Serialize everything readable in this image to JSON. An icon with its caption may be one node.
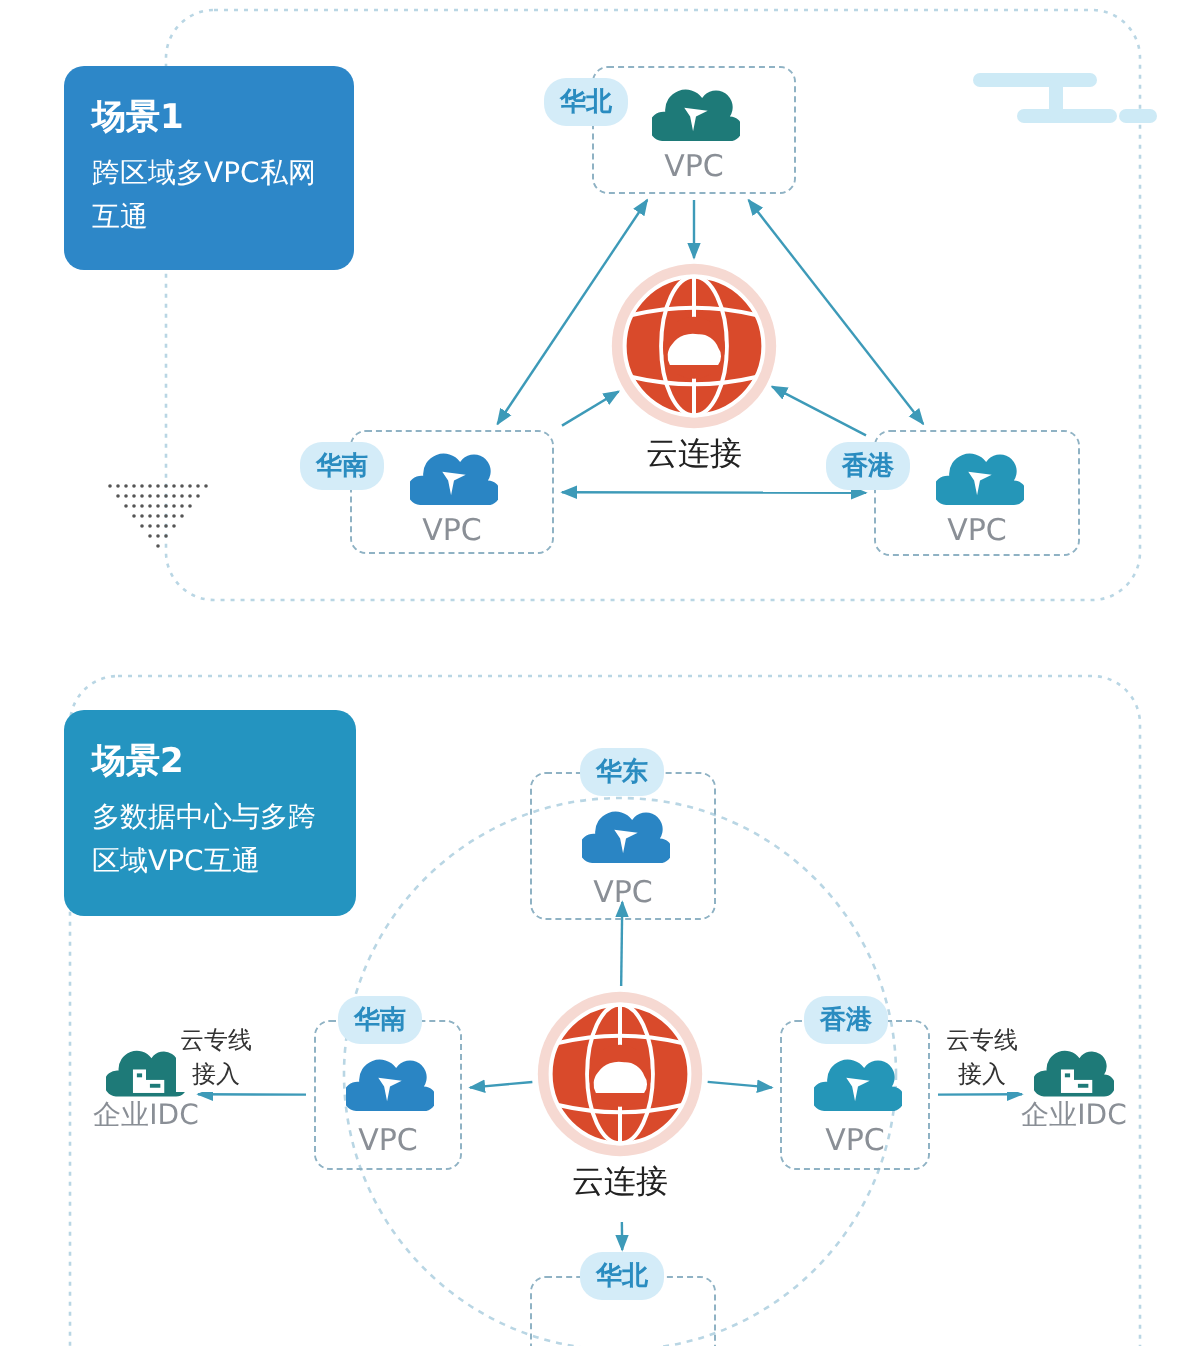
{
  "diagram": {
    "nodes": [
      {
        "text": [
          "场景1",
          "跨区域多VPC私网互通"
        ]
      },
      {
        "text": [
          "华北",
          "VPC"
        ]
      },
      {
        "text": [
          "华南",
          "VPC"
        ]
      },
      {
        "text": [
          "香港",
          "VPC"
        ]
      },
      {
        "text": [
          "云连接"
        ]
      },
      {
        "text": [
          "场景2",
          "多数据中心与多跨区域VPC互通"
        ]
      },
      {
        "text": [
          "华东",
          "VPC"
        ]
      },
      {
        "text": [
          "华南",
          "VPC"
        ]
      },
      {
        "text": [
          "云连接"
        ]
      },
      {
        "text": [
          "香港",
          "VPC"
        ]
      },
      {
        "text": [
          "企业IDC"
        ]
      },
      {
        "text": [
          "企业IDC"
        ]
      },
      {
        "text": [
          "华北"
        ]
      }
    ],
    "edges": [
      {
        "from": 1,
        "to": 2,
        "arrow": "both"
      },
      {
        "from": 1,
        "to": 3,
        "arrow": "both"
      },
      {
        "from": 2,
        "to": 3,
        "arrow": "both"
      },
      {
        "from": 1,
        "to": 4,
        "arrow": "to"
      },
      {
        "from": 2,
        "to": 4,
        "arrow": "to"
      },
      {
        "from": 3,
        "to": 4,
        "arrow": "to"
      },
      {
        "from": 8,
        "to": 6,
        "arrow": "to"
      },
      {
        "from": 8,
        "to": 7,
        "arrow": "to"
      },
      {
        "from": 8,
        "to": 9,
        "arrow": "to"
      },
      {
        "from": 8,
        "to": 12,
        "arrow": "to"
      },
      {
        "from": 7,
        "to": 10,
        "label": "云专线接入",
        "arrow": "to"
      },
      {
        "from": 9,
        "to": 11,
        "label": "云专线接入",
        "arrow": "to"
      }
    ]
  }
}
